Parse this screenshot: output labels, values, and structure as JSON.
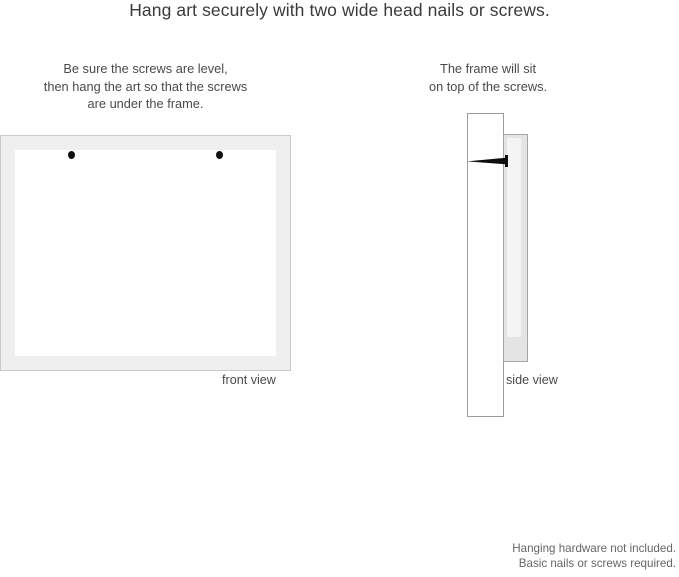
{
  "headline": "Hang art securely with two wide head nails or screws.",
  "captions": {
    "left": {
      "line1": "Be sure the screws are level,",
      "line2": "then hang the art so that the screws",
      "line3": "are under the frame."
    },
    "right": {
      "line1": "The frame will sit",
      "line2": "on top of the screws."
    }
  },
  "labels": {
    "front_view": "front view",
    "side_view": "side view"
  },
  "footer": {
    "line1": "Hanging hardware not included.",
    "line2": "Basic nails or screws required."
  },
  "diagram": {
    "front_view": {
      "frame_color": "#efeff0",
      "frame_border_color": "#c9c9c9",
      "mat_color": "#ffffff",
      "screw_color": "#111111",
      "screw_count": 2
    },
    "side_view": {
      "wall_color": "#ffffff",
      "wall_border_color": "#9c9c9c",
      "frame_color": "#e4e4e5",
      "frame_border_color": "#a5a5a5",
      "nail_color": "#0d0d0d"
    }
  },
  "colors": {
    "text": "#3c3c3c",
    "muted_text": "#666666",
    "background": "#ffffff"
  }
}
